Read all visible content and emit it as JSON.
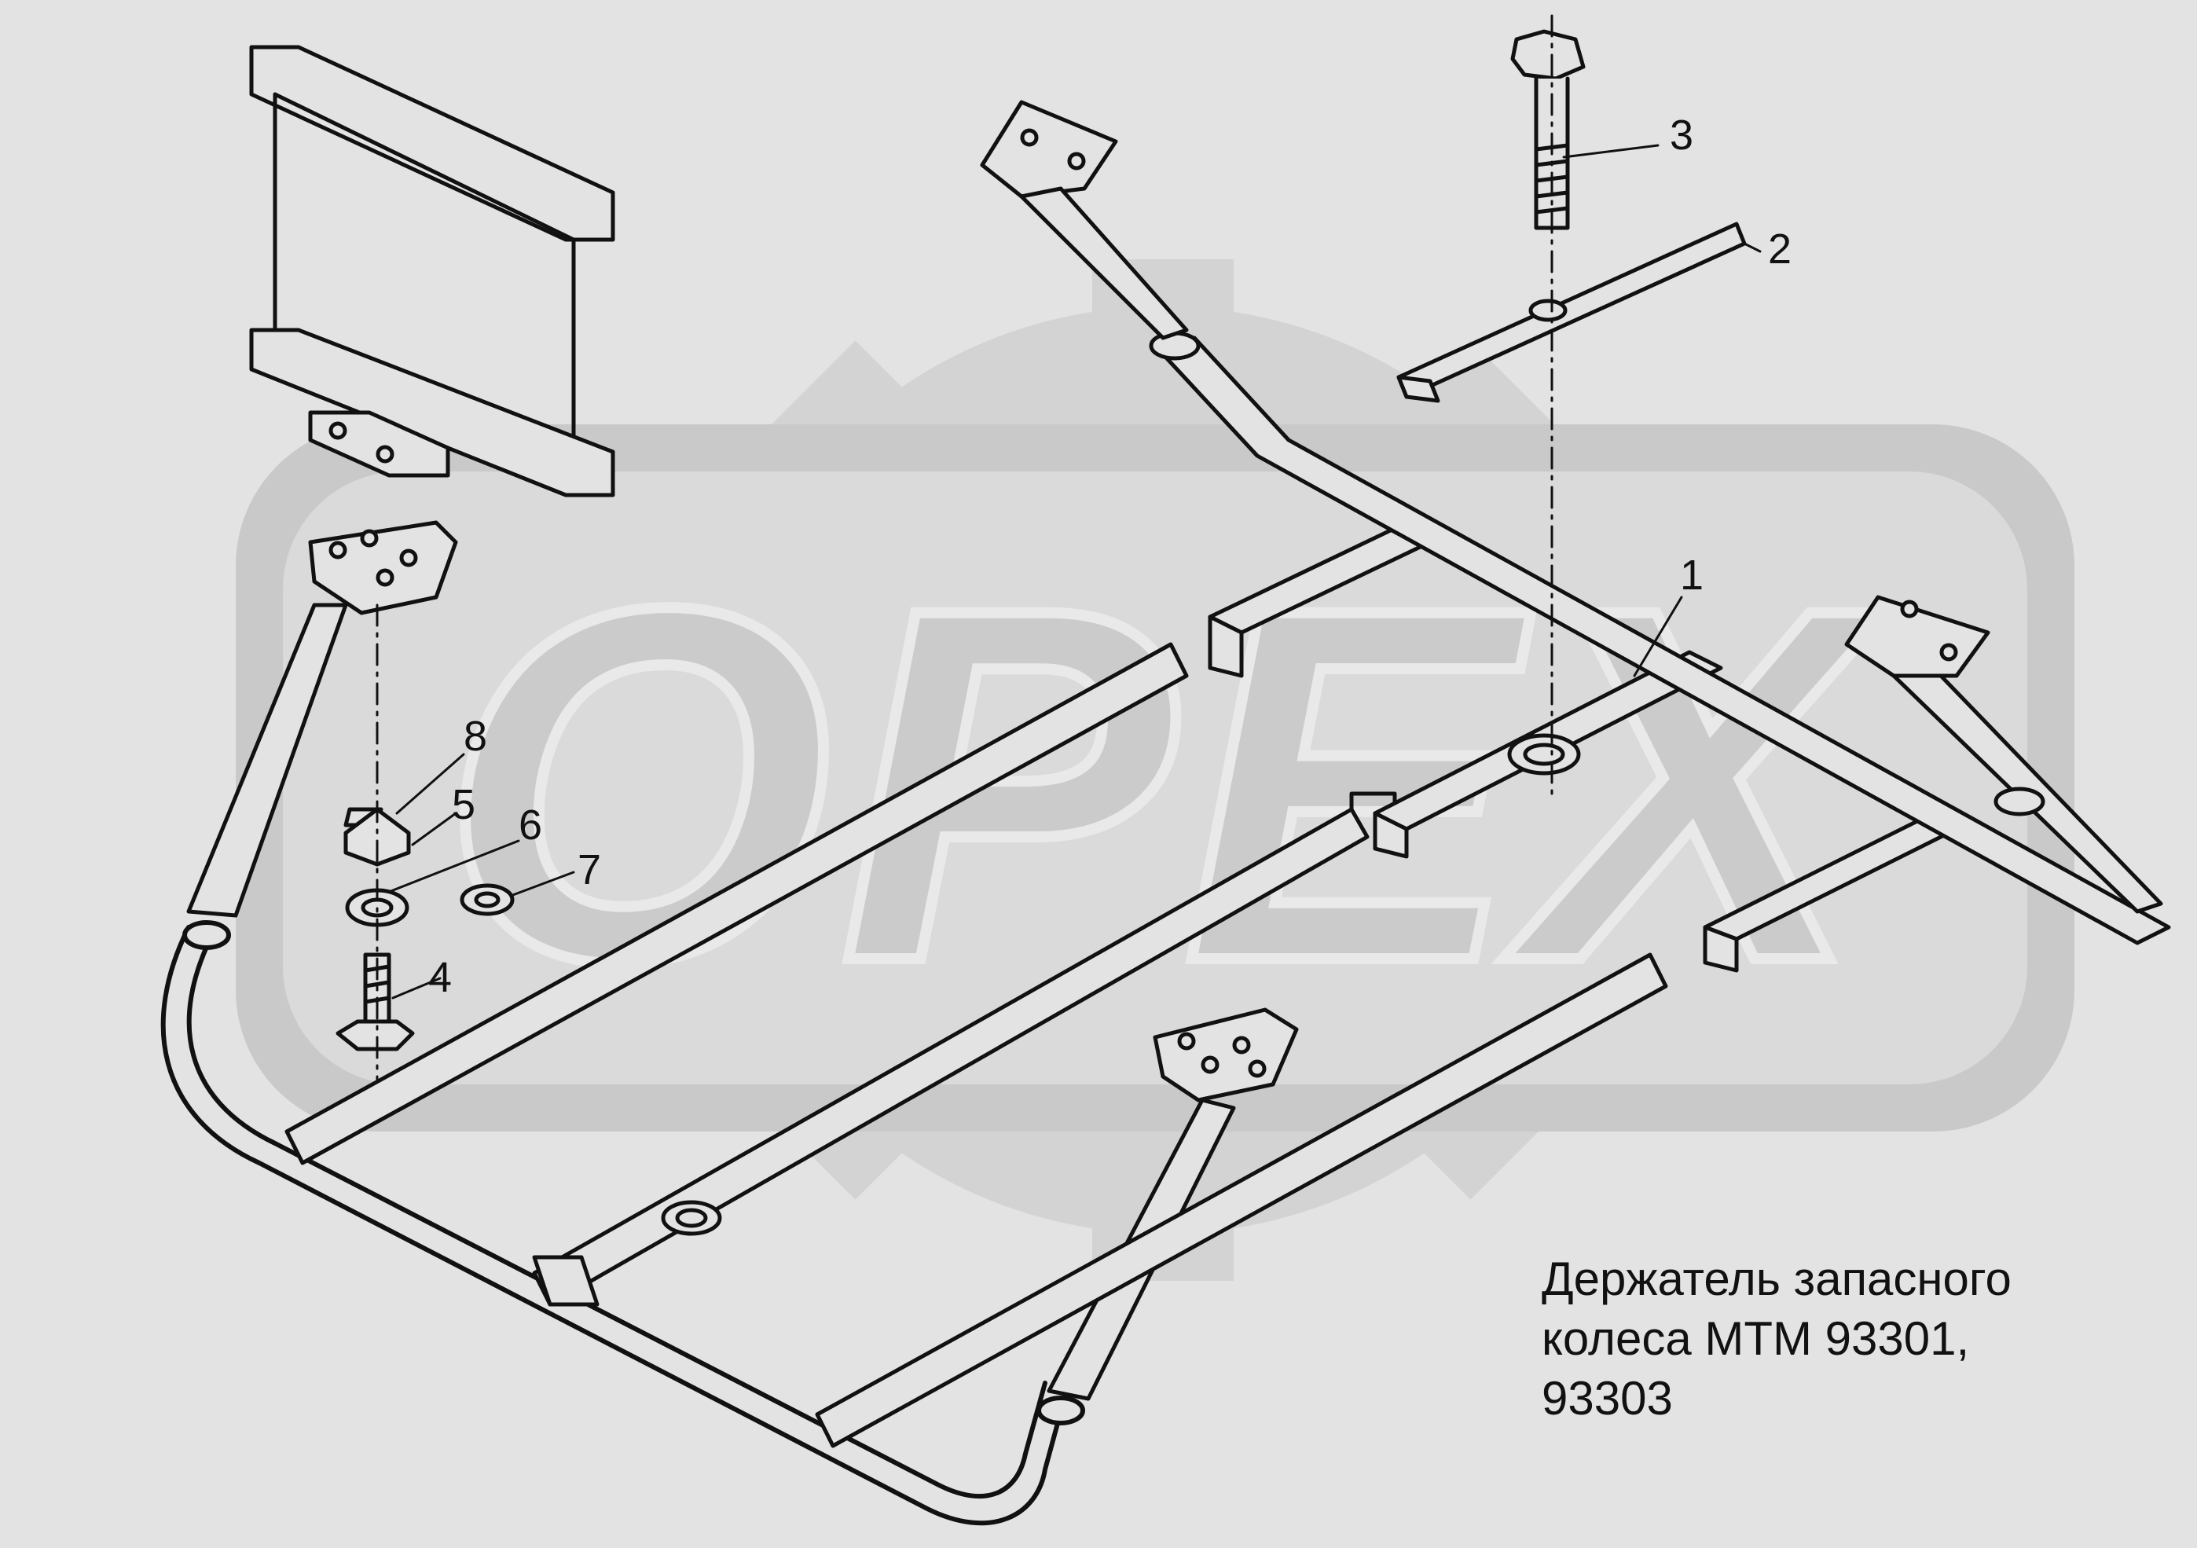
{
  "watermark": {
    "text": "OPEX",
    "color": "#cdcdcd"
  },
  "callouts": [
    "1",
    "2",
    "3",
    "4",
    "5",
    "6",
    "7",
    "8"
  ],
  "caption": {
    "line1": "Держатель запасного",
    "line2": "колеса МТМ 93301,",
    "line3": "93303"
  },
  "colors": {
    "background": "#e3e3e3",
    "ink": "#111111",
    "part_fill": "#e3e3e3"
  }
}
